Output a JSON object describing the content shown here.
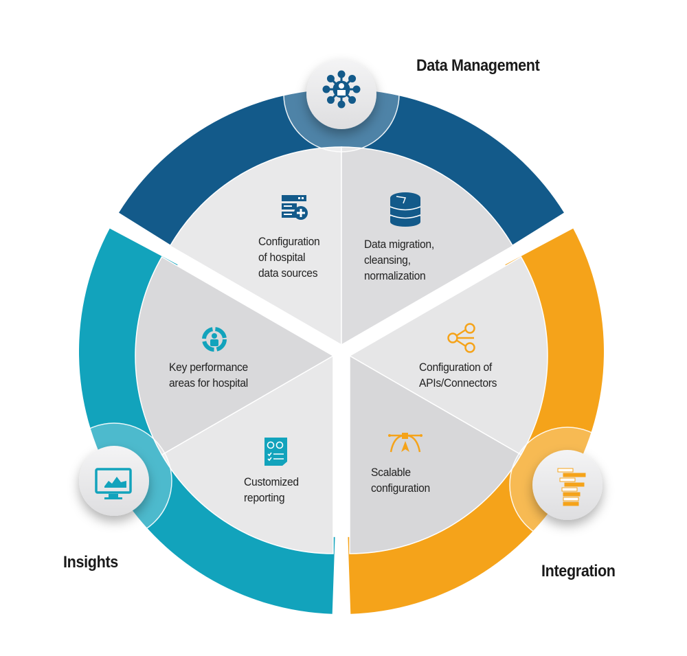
{
  "sections": [
    {
      "title": "Data Management",
      "color": "#135a8a",
      "icon": "network-hub-icon",
      "items": [
        {
          "label": "Configuration of hospital data sources",
          "lines": [
            "Configuration",
            "of hospital",
            "data sources"
          ],
          "icon": "server-add-icon"
        },
        {
          "label": "Data migration, cleansing, normalization",
          "lines": [
            "Data migration,",
            "cleansing,",
            "normalization"
          ],
          "icon": "database-icon"
        }
      ]
    },
    {
      "title": "Integration",
      "color": "#f5a31a",
      "icon": "stacked-bars-icon",
      "items": [
        {
          "label": "Configuration of APIs/Connectors",
          "lines": [
            "Configuration of",
            "APIs/Connectors"
          ],
          "icon": "share-nodes-icon"
        },
        {
          "label": "Scalable configuration",
          "lines": [
            "Scalable",
            "configuration"
          ],
          "icon": "vector-curve-icon"
        }
      ]
    },
    {
      "title": "Insights",
      "color": "#12a3bc",
      "icon": "monitor-chart-icon",
      "items": [
        {
          "label": "Key performance areas for hospital",
          "lines": [
            "Key performance",
            "areas for hospital"
          ],
          "icon": "target-person-icon"
        },
        {
          "label": "Customized reporting",
          "lines": [
            "Customized",
            "reporting"
          ],
          "icon": "report-document-icon"
        }
      ]
    }
  ]
}
